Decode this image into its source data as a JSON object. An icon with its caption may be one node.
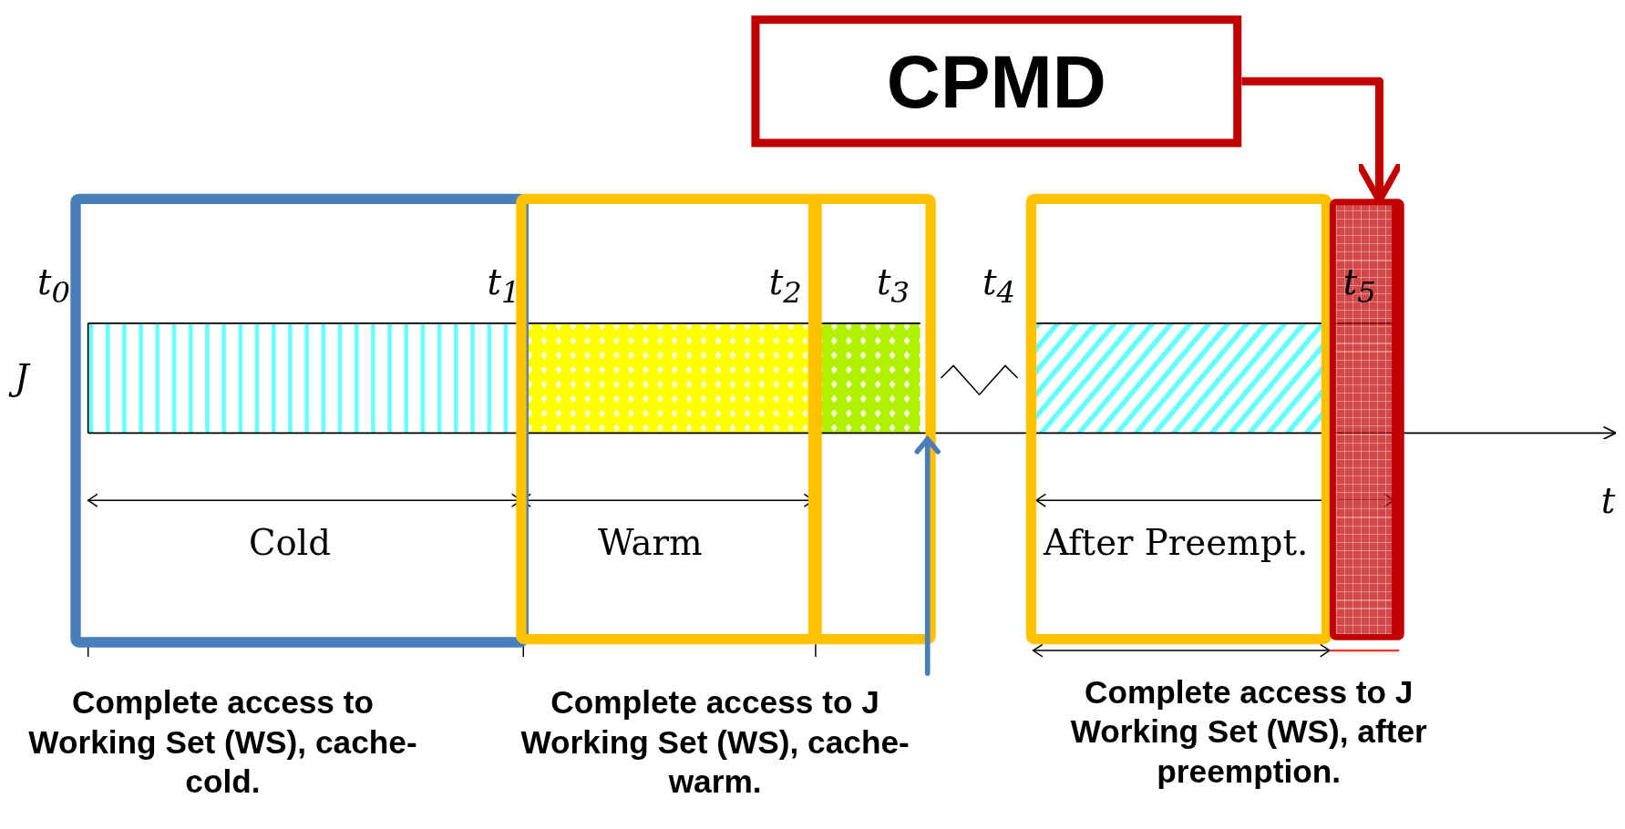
{
  "diagram": {
    "nodes": [
      {
        "text": [
          "CPMD"
        ]
      },
      {
        "text": [],
        "shape": "box"
      }
    ],
    "edges": [
      {
        "from": 0,
        "to": 1,
        "arrow": "to"
      }
    ],
    "labels": [
      "t$_{0}$",
      "t$_{1}$",
      "t$_{2}$",
      "t$_{3}$",
      "t$_{4}$",
      "t$_{5}$",
      "J",
      "t",
      "Cold",
      "Warm",
      "After Preempt.",
      "Complete access to Working Set (WS), cache-cold.",
      "Complete access to J Working Set (WS), cache-warm.",
      "Complete access to J Working Set (WS), after preemption."
    ]
  }
}
